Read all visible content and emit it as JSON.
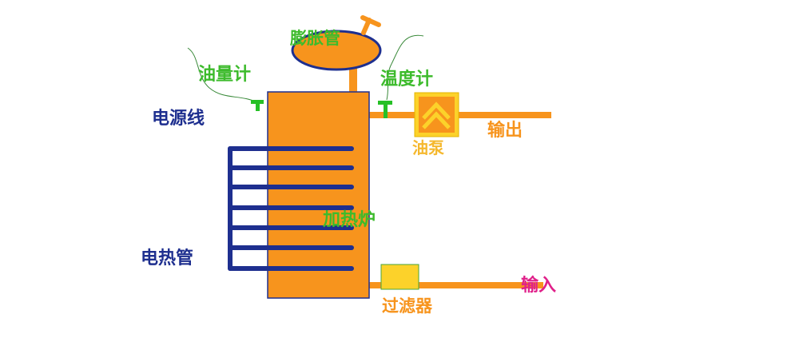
{
  "labels": {
    "expansion_tank": "膨胀管",
    "oil_gauge": "油量计",
    "thermometer": "温度计",
    "power_line": "电源线",
    "output": "输出",
    "oil_pump": "油泵",
    "furnace": "加热炉",
    "heating_tube": "电热管",
    "input": "输入",
    "filter": "过滤器"
  },
  "colors": {
    "furnace": "#f7941d",
    "pipe": "#f7941d",
    "tube": "#1e2f8f",
    "label_green": "#3dbb2c",
    "label_navy": "#1e2f8f",
    "label_orange": "#f7941d",
    "label_magenta": "#e0208a",
    "pump_yellow": "#fcd22a",
    "pump_label": "#f5b82e",
    "gauge_green": "#26c026"
  }
}
